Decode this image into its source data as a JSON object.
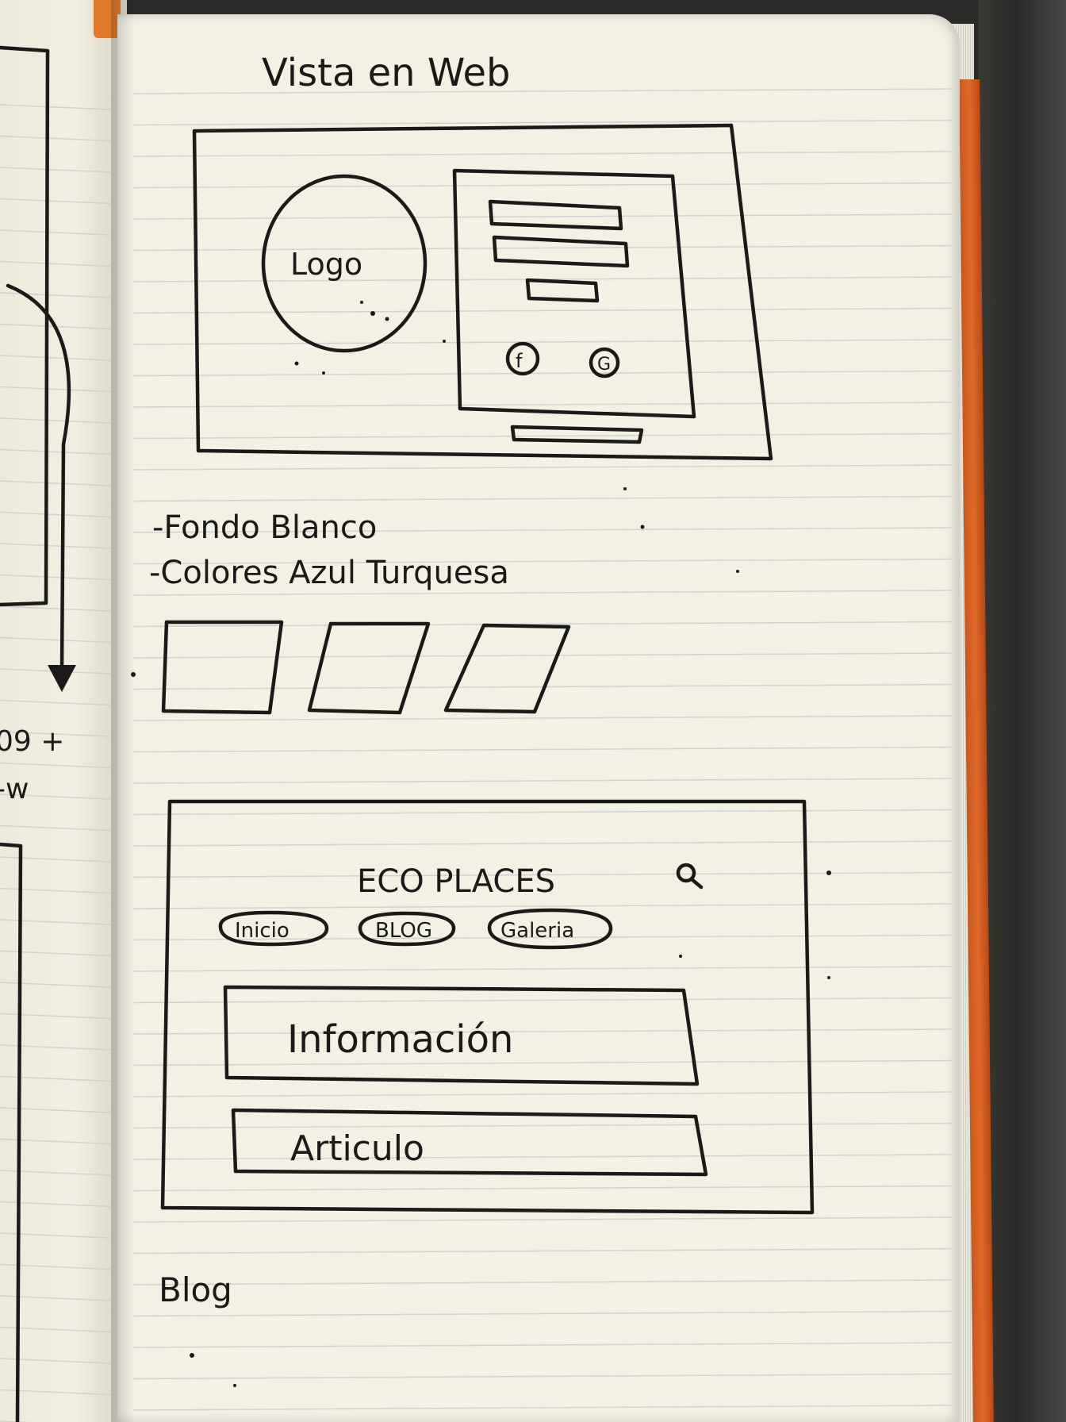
{
  "notebook": {
    "heading": "Vista en Web",
    "login_sketch": {
      "logo_label": "Logo",
      "social_icon_1": "f",
      "social_icon_2": "G"
    },
    "notes": [
      "-Fondo Blanco",
      "-Colores Azul Turquesa"
    ],
    "site_sketch": {
      "site_title": "ECO PLACES",
      "nav_items": [
        "Inicio",
        "BLOG",
        "Galeria"
      ],
      "info_box_label": "Información",
      "article_box_label": "Articulo"
    },
    "footer_heading": "Blog",
    "left_page_fragments": [
      "09 +",
      "-w"
    ],
    "colors": {
      "paper": "#f3f1e4",
      "ink": "#1b1a18",
      "rule": "#cfd2cf",
      "notebook_edge": "#e0692a"
    }
  }
}
